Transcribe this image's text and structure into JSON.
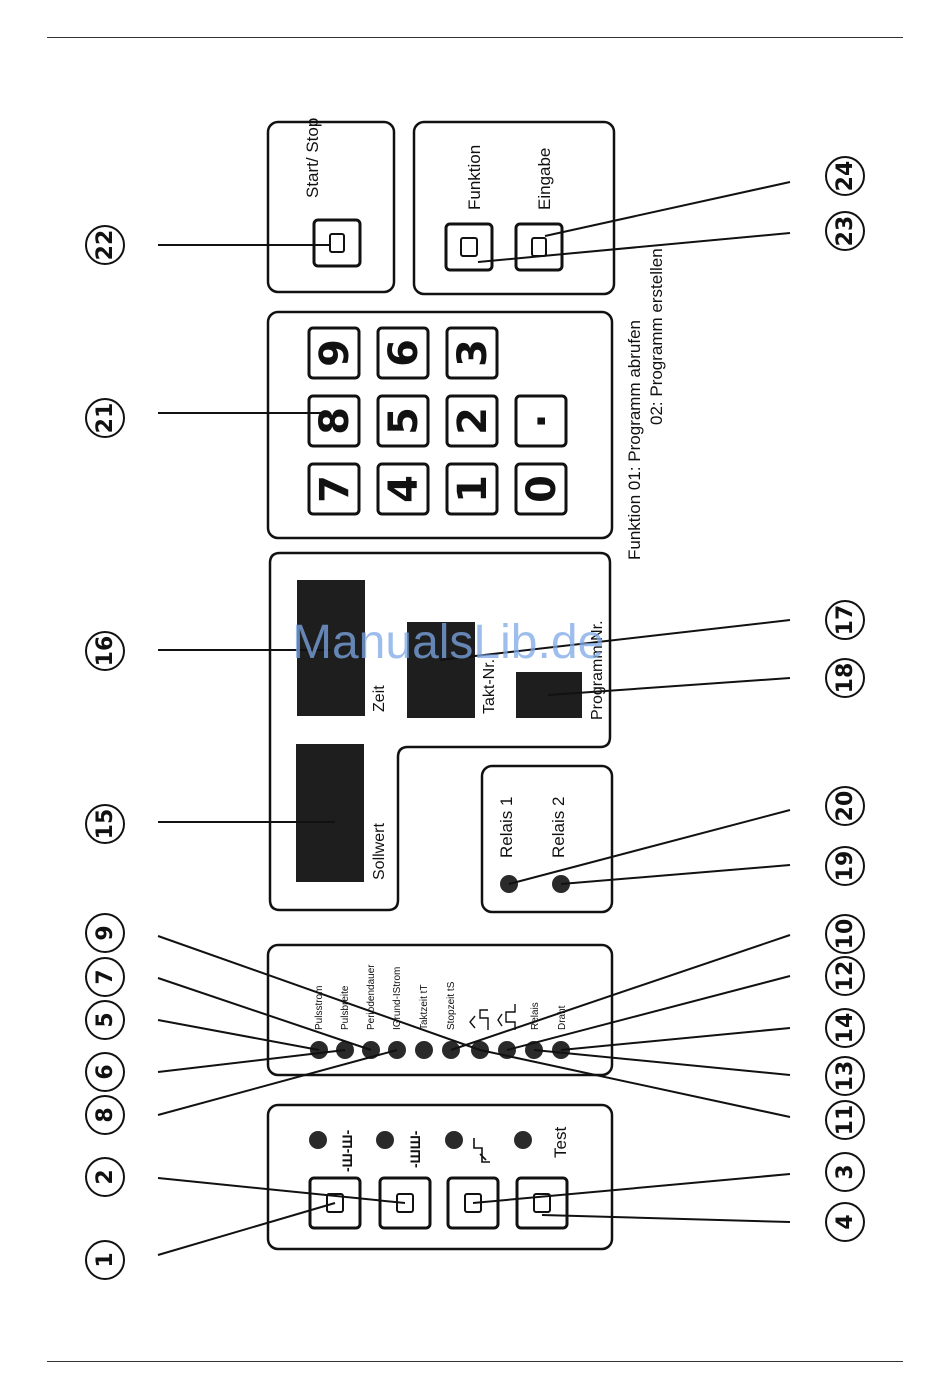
{
  "panel": {
    "start_stop_label": "Start/ Stop",
    "funktion_label": "Funktion",
    "eingabe_label": "Eingabe",
    "funktion_note_line1": "Funktion 01: Programm abrufen",
    "funktion_note_line2": "02: Programm erstellen",
    "keypad_keys": [
      "7",
      "8",
      "9",
      "4",
      "5",
      "6",
      "1",
      "2",
      "3",
      "0",
      "·"
    ],
    "display_labels": {
      "zeit": "Zeit",
      "takt": "Takt-Nr.",
      "programm": "Programm Nr.",
      "sollwert": "Sollwert"
    },
    "relais": [
      "Relais 1",
      "Relais 2"
    ],
    "mode_leds": [
      "Pulsstrom",
      "Pulsbreite",
      "Periodendauer",
      "IGrund-IStrom",
      "Taktzeit tT",
      "Stopzeit tS",
      "",
      "",
      "Relais",
      "Draht"
    ],
    "mode_button_labels": [
      "-Ш-Ш-",
      "-ШШ-",
      "",
      "Test"
    ]
  },
  "callouts": [
    "1",
    "2",
    "3",
    "4",
    "5",
    "6",
    "7",
    "8",
    "9",
    "10",
    "11",
    "12",
    "13",
    "14",
    "15",
    "16",
    "17",
    "18",
    "19",
    "20",
    "21",
    "22",
    "23",
    "24"
  ],
  "watermark": "ManualsLib.de"
}
